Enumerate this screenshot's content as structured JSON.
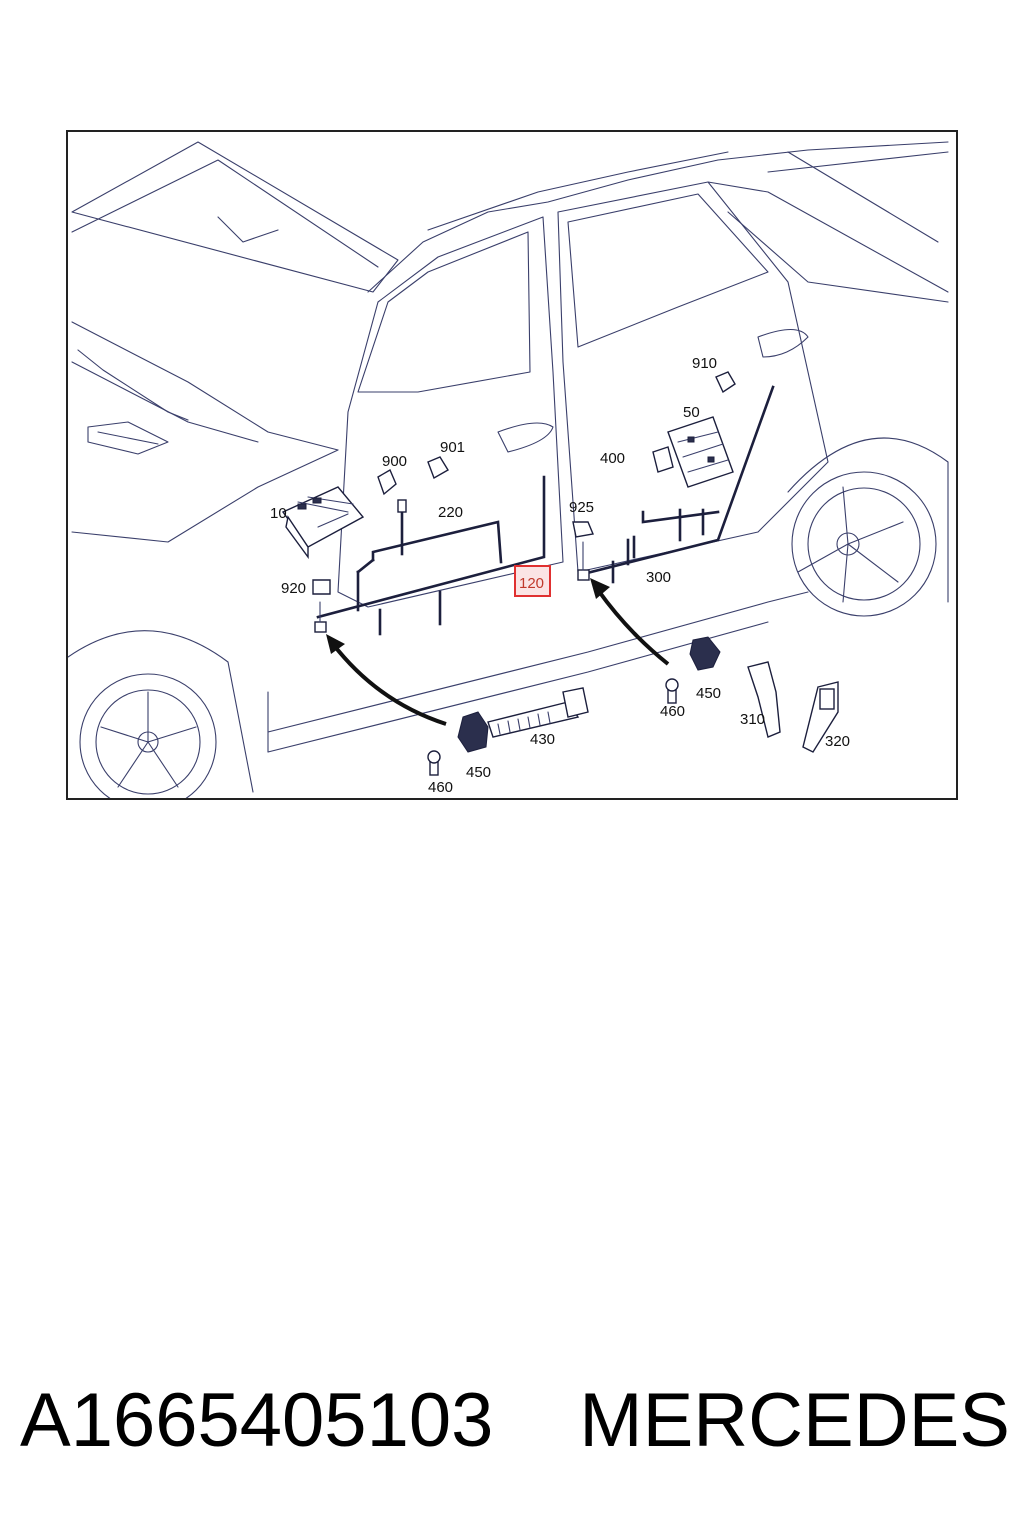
{
  "diagram": {
    "callouts": {
      "c10": "10",
      "c50": "50",
      "c120": "120",
      "c220": "220",
      "c300": "300",
      "c310": "310",
      "c320": "320",
      "c400": "400",
      "c430": "430",
      "c450_left": "450",
      "c450_right": "450",
      "c460_left": "460",
      "c460_right": "460",
      "c900": "900",
      "c901": "901",
      "c910": "910",
      "c920": "920",
      "c925": "925"
    },
    "highlighted_callout": "120",
    "highlight_color": "#e03030"
  },
  "caption": {
    "part_number": "A1665405103",
    "brand": "MERCEDES"
  }
}
